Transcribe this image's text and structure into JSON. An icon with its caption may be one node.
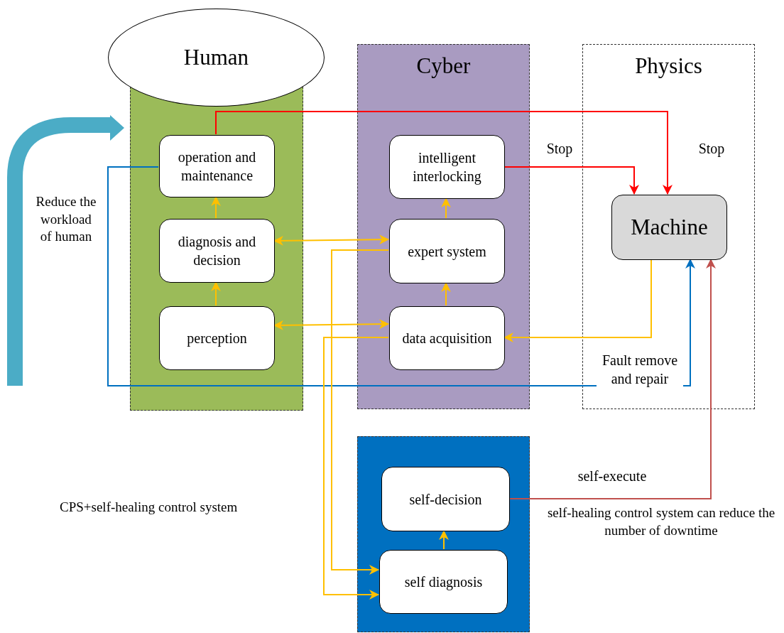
{
  "diagram": {
    "nodes": [
      {
        "text": [
          "Human"
        ]
      },
      {
        "text": [],
        "shape": "box"
      },
      {
        "text": [
          "operation and maintenance"
        ],
        "in": 1
      },
      {
        "text": [
          "diagnosis and decision"
        ],
        "in": 1
      },
      {
        "text": [
          "perception"
        ],
        "in": 1
      },
      {
        "text": [
          "Cyber"
        ]
      },
      {
        "text": [
          "intelligent interlocking"
        ],
        "in": 5
      },
      {
        "text": [
          "expert system"
        ],
        "in": 5
      },
      {
        "text": [
          "data acquisition"
        ],
        "in": 5
      },
      {
        "text": [
          "Physics"
        ]
      },
      {
        "text": [
          "Machine"
        ],
        "in": 9
      },
      {
        "text": [],
        "shape": "box"
      },
      {
        "text": [
          "self-decision"
        ],
        "in": 11
      },
      {
        "text": [
          "self diagnosis"
        ],
        "in": 11
      }
    ],
    "edges": [
      {
        "from": 2,
        "to": 10,
        "arrow": "to",
        "label": "Stop",
        "color": "#ff0000"
      },
      {
        "from": 6,
        "to": 10,
        "arrow": "to",
        "label": "Stop",
        "color": "#ff0000"
      },
      {
        "from": 3,
        "to": 7,
        "arrow": "both"
      },
      {
        "from": 4,
        "to": 8,
        "arrow": "both"
      },
      {
        "from": 3,
        "to": 2,
        "arrow": "to"
      },
      {
        "from": 4,
        "to": 3,
        "arrow": "to"
      },
      {
        "from": 8,
        "to": 7,
        "arrow": "to"
      },
      {
        "from": 7,
        "to": 6,
        "arrow": "to"
      },
      {
        "from": 10,
        "to": 8,
        "arrow": "to"
      },
      {
        "from": 2,
        "to": 10,
        "arrow": "to",
        "label": "Fault remove and repair",
        "color": "#0070c0"
      },
      {
        "from": 7,
        "to": 13,
        "arrow": "to"
      },
      {
        "from": 8,
        "to": 13,
        "arrow": "to"
      },
      {
        "from": 13,
        "to": 12,
        "arrow": "to"
      },
      {
        "from": 12,
        "to": 10,
        "arrow": "to",
        "label": "self-execute",
        "color": "#c0504d"
      }
    ],
    "labels": [
      "Reduce the workload of human",
      "CPS+self-healing control system",
      "self-healing control system can reduce the number of downtime"
    ]
  }
}
